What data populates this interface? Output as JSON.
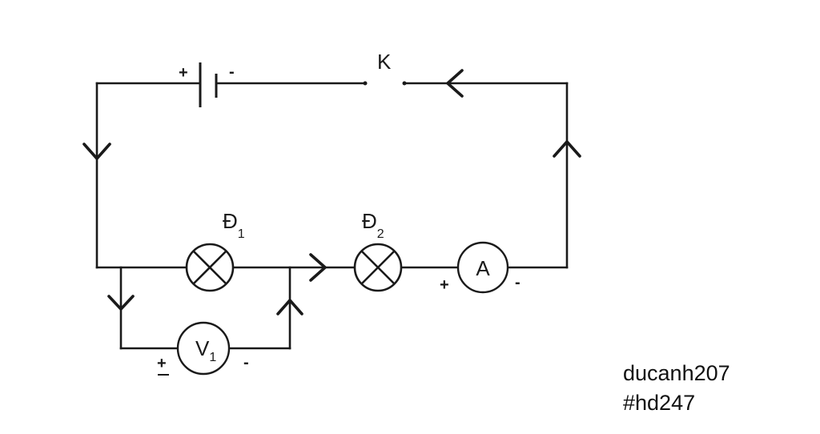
{
  "battery": {
    "plus": "+",
    "minus": "-"
  },
  "switch": {
    "label": "K"
  },
  "lamp1": {
    "letter": "Đ",
    "index": "1"
  },
  "lamp2": {
    "letter": "Đ",
    "index": "2"
  },
  "ammeter": {
    "symbol": "A",
    "plus": "+",
    "minus": "-"
  },
  "voltmeter": {
    "letter": "V",
    "index": "1",
    "plus": "+",
    "minus": "-"
  },
  "credit": {
    "line1": "ducanh207",
    "line2": "#hd247"
  }
}
